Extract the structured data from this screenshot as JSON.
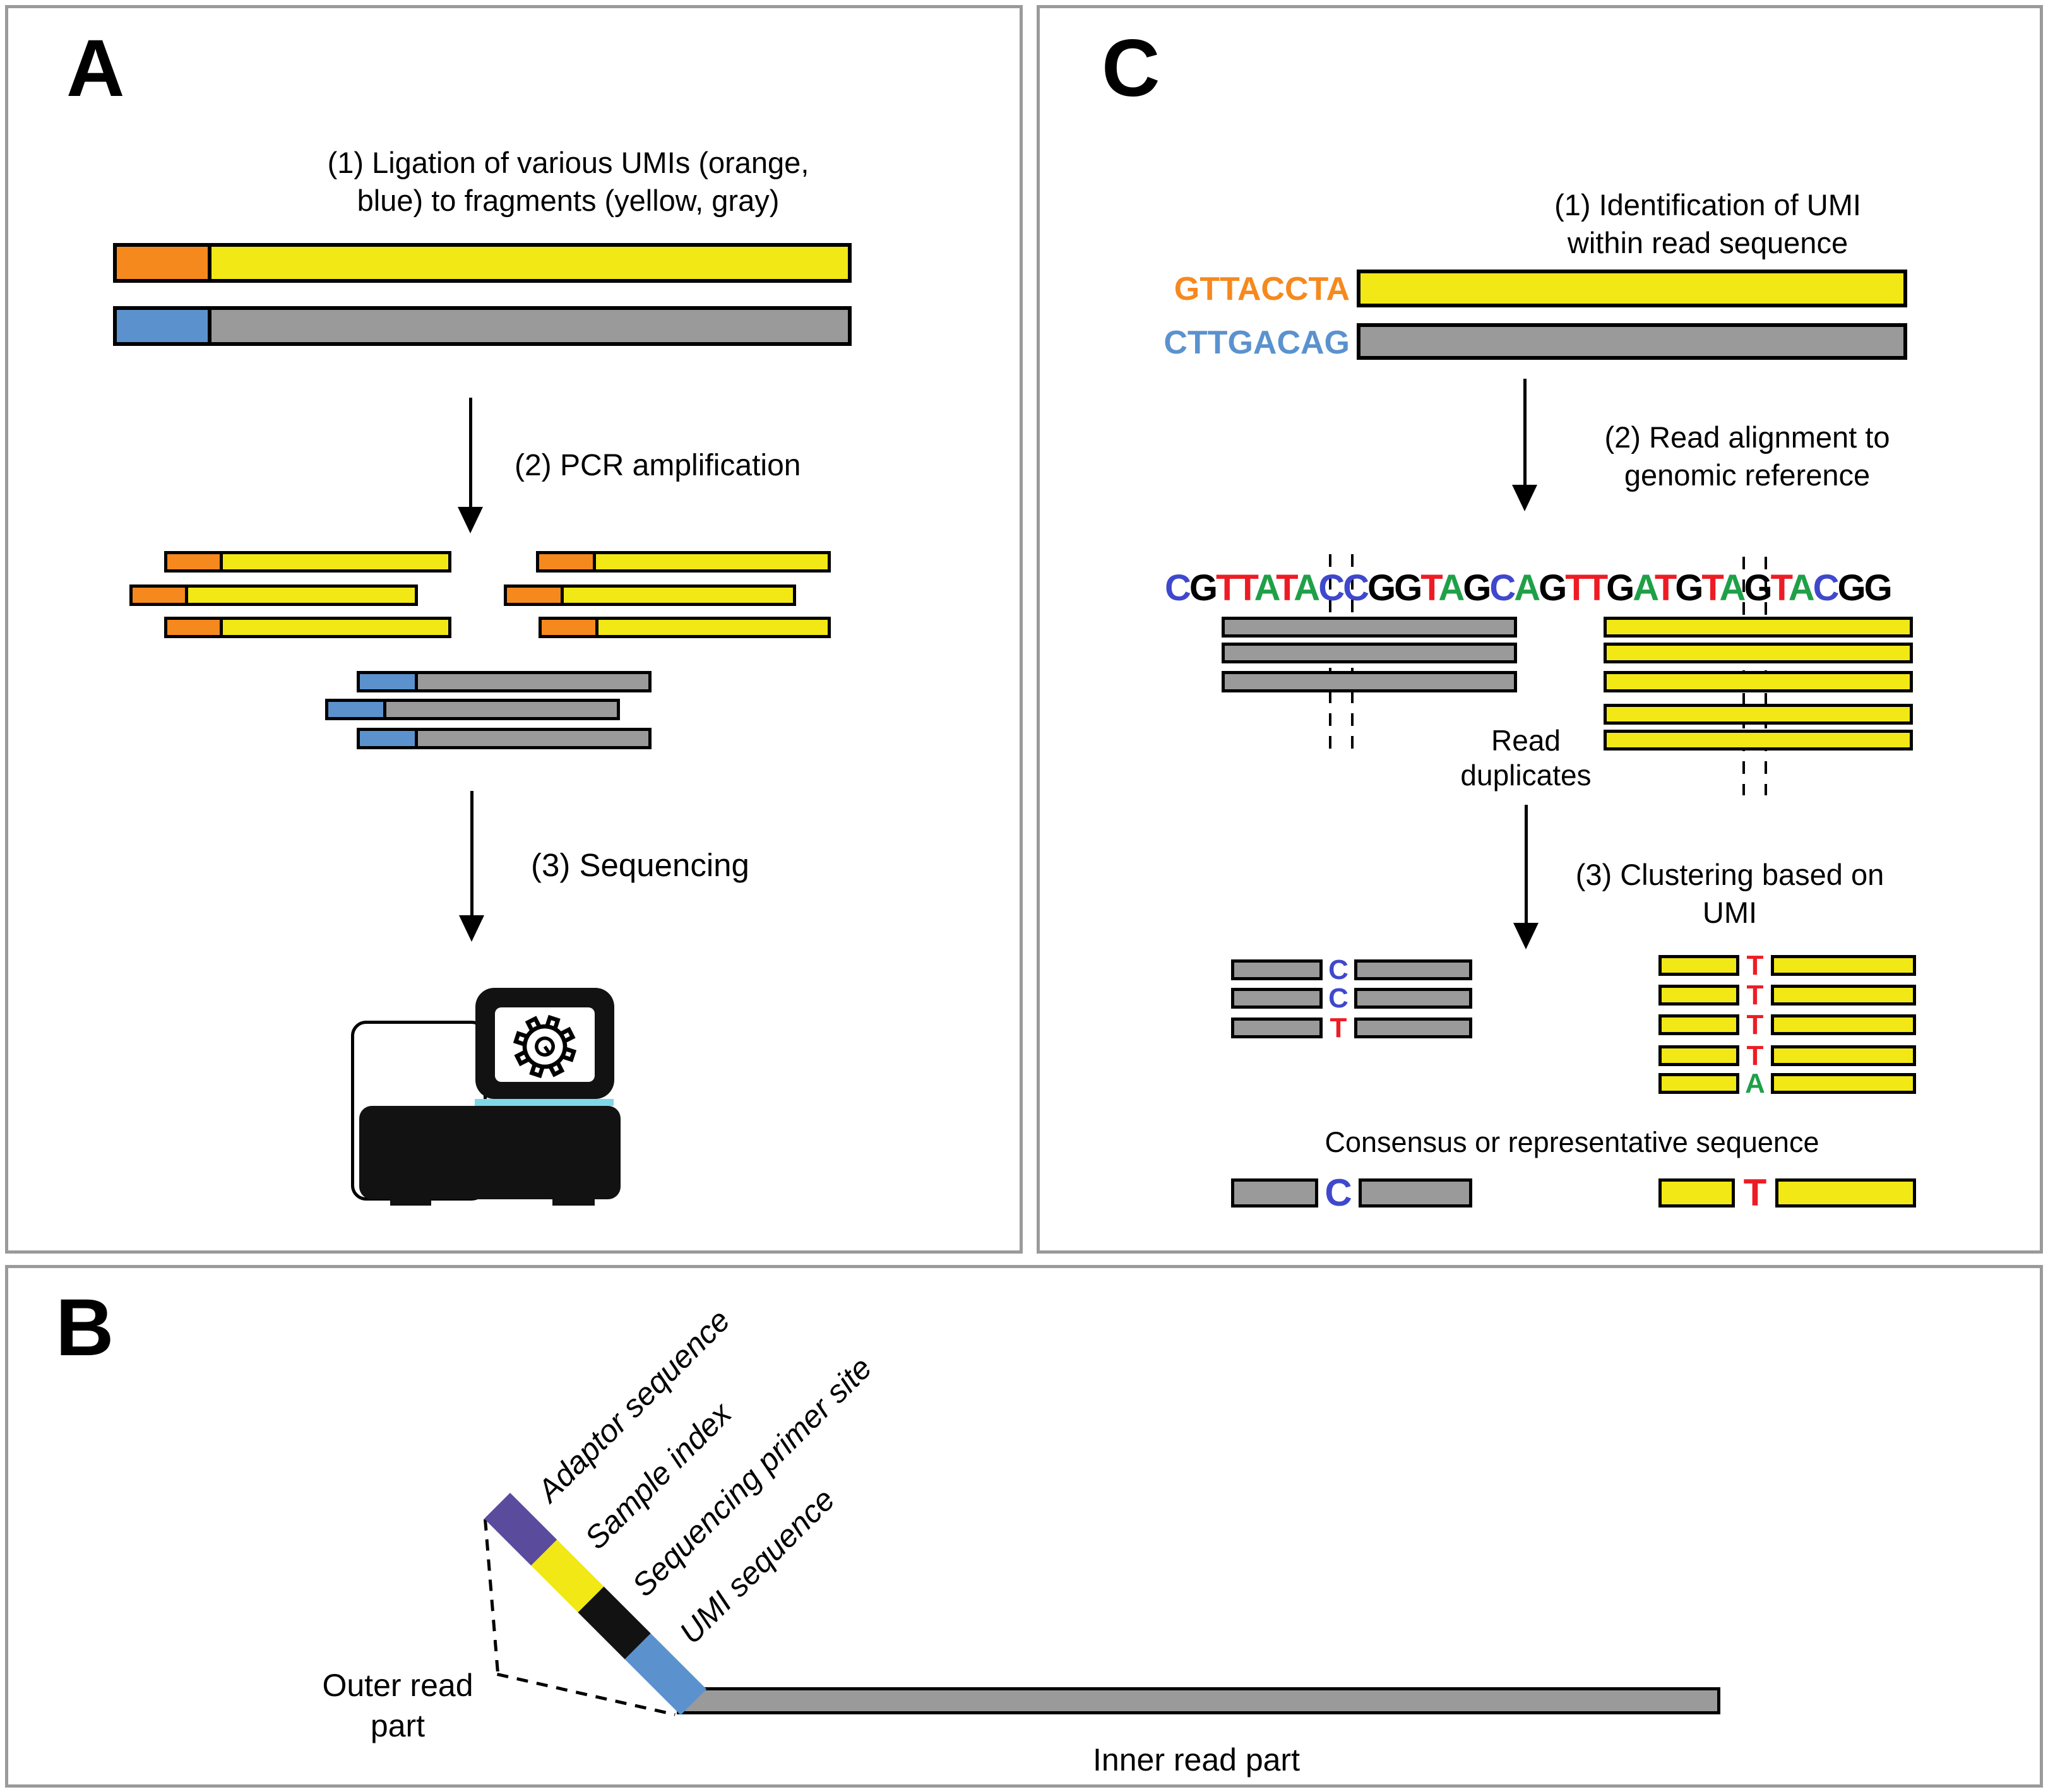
{
  "colors": {
    "orange": "#f6891e",
    "yellow": "#f2e816",
    "blue": "#5b92ce",
    "gray": "#9a9a9a",
    "purple": "#5a4b9d",
    "cyan": "#7fd8e8",
    "black": "#000000",
    "panel_border": "#9a9a9a"
  },
  "base_colors": {
    "A": "#1fa048",
    "C": "#3f48cc",
    "G": "#000000",
    "T": "#ed1c24"
  },
  "panel_a": {
    "label": "A",
    "step1_line1": "(1) Ligation of various UMIs (orange,",
    "step1_line2": "blue) to fragments (yellow, gray)",
    "step2_label": "(2) PCR amplification",
    "step3_label": "(3) Sequencing"
  },
  "panel_b": {
    "label": "B",
    "segment_labels": [
      "Adaptor sequence",
      "Sample index",
      "Sequencing primer site",
      "UMI sequence"
    ],
    "outer_label_line1": "Outer read",
    "outer_label_line2": "part",
    "inner_label": "Inner read part"
  },
  "panel_c": {
    "label": "C",
    "step1_line1": "(1) Identification of UMI",
    "step1_line2": "within read sequence",
    "umi_orange": "GTTACCTA",
    "umi_blue": "CTTGACAG",
    "step2_line1": "(2) Read alignment to",
    "step2_line2": "genomic reference",
    "reference_sequence": "CGTTATACCGGTAGCAGTTGATGTAGTACGG",
    "read_duplicates_line1": "Read",
    "read_duplicates_line2": "duplicates",
    "step3_line1": "(3) Clustering based on",
    "step3_line2": "UMI",
    "left_cluster_letters": [
      "C",
      "C",
      "T"
    ],
    "right_cluster_letters": [
      "T",
      "T",
      "T",
      "T",
      "A"
    ],
    "consensus_caption": "Consensus or representative sequence",
    "left_consensus_letter": "C",
    "right_consensus_letter": "T"
  }
}
